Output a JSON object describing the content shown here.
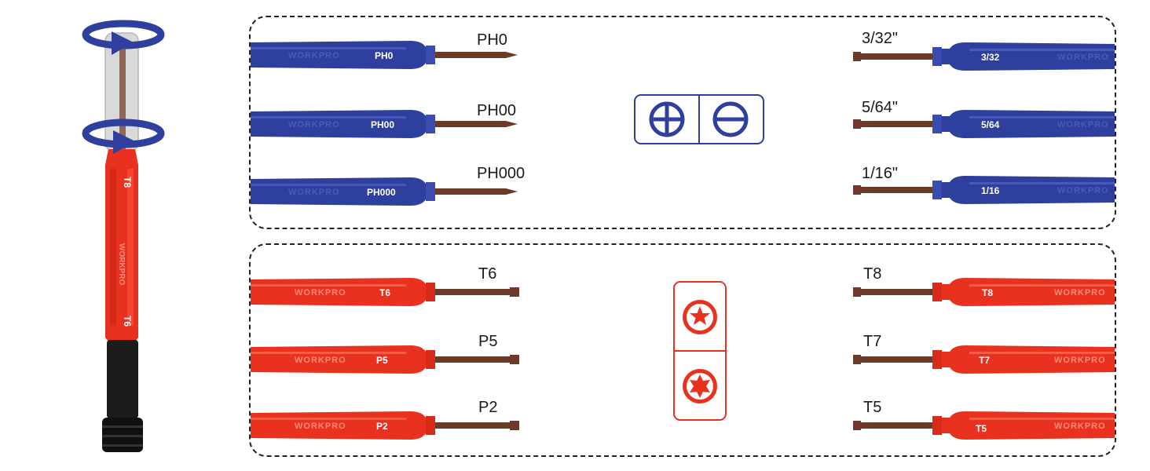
{
  "brand": "WORKPRO",
  "colors": {
    "blue": "#2e3f9e",
    "red": "#e8321f",
    "shaft": "#6b3a28",
    "black": "#1c1c1c"
  },
  "main_driver": {
    "upper_label": "T8",
    "lower_label": "T6",
    "brand": "WORKPRO"
  },
  "phillips_set": [
    {
      "label": "PH0",
      "handle": "PH0"
    },
    {
      "label": "PH00",
      "handle": "PH00"
    },
    {
      "label": "PH000",
      "handle": "PH000"
    }
  ],
  "slotted_set": [
    {
      "label": "3/32\"",
      "handle": "3/32"
    },
    {
      "label": "5/64\"",
      "handle": "5/64"
    },
    {
      "label": "1/16\"",
      "handle": "1/16"
    }
  ],
  "torx_left_set": [
    {
      "label": "T6",
      "handle": "T6"
    },
    {
      "label": "P5",
      "handle": "P5"
    },
    {
      "label": "P2",
      "handle": "P2"
    }
  ],
  "torx_right_set": [
    {
      "label": "T8",
      "handle": "T8"
    },
    {
      "label": "T7",
      "handle": "T7"
    },
    {
      "label": "T5",
      "handle": "T5"
    }
  ],
  "icons": {
    "blue_panel": [
      "phillips-head-icon",
      "slotted-head-icon"
    ],
    "red_panel": [
      "torx-star-icon",
      "pentalobe-star-icon"
    ]
  }
}
